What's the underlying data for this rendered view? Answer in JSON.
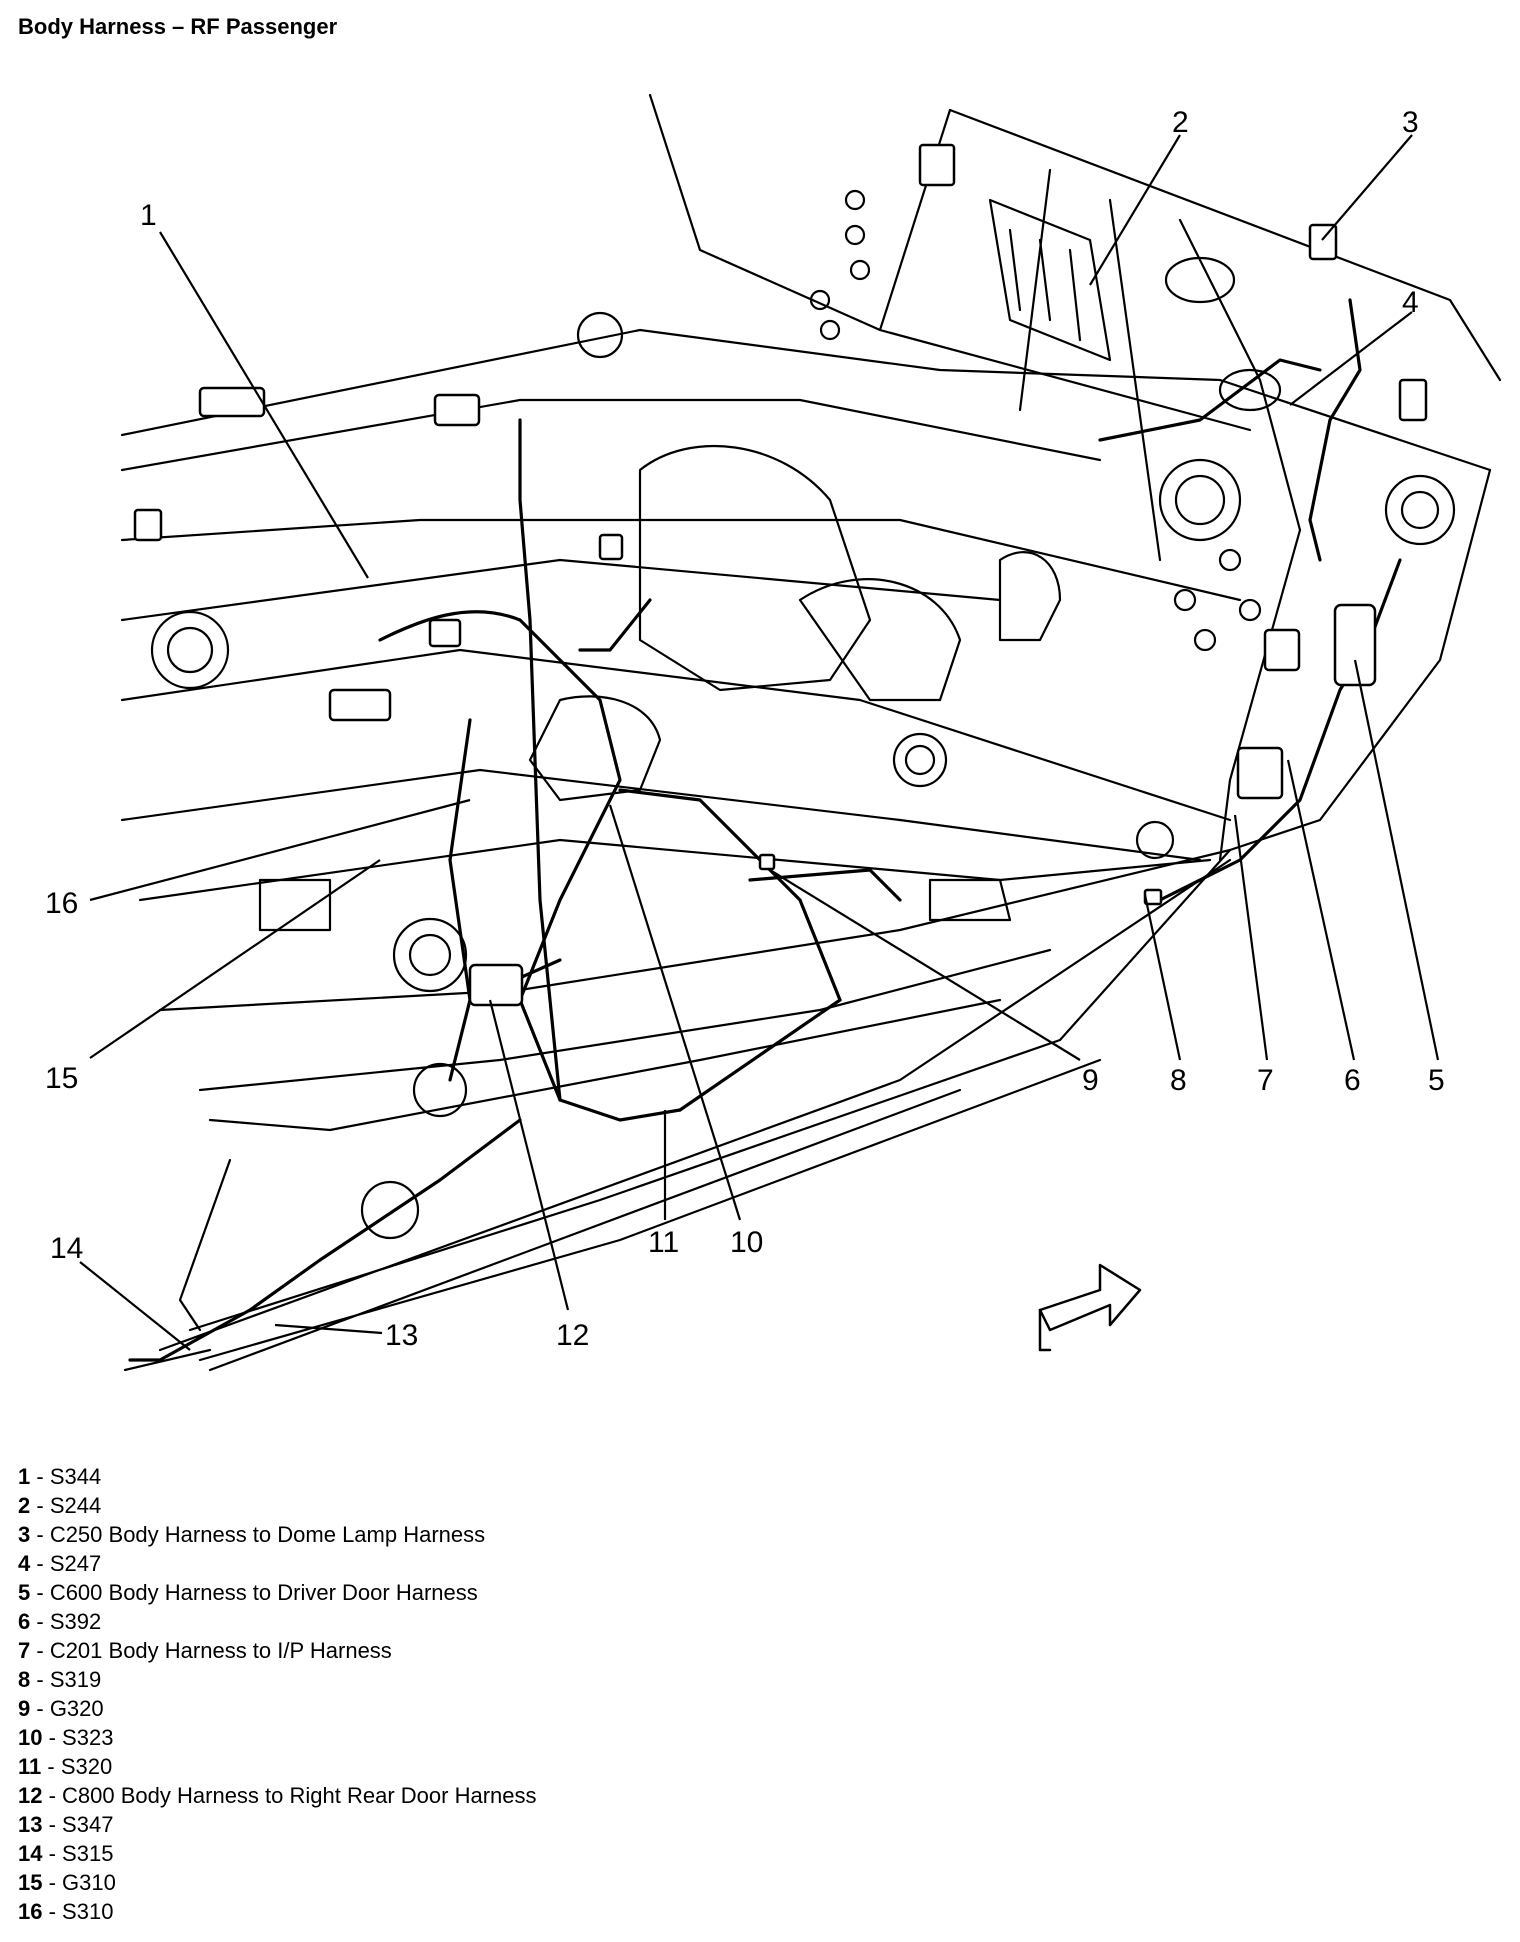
{
  "title": "Body Harness – RF Passenger",
  "callouts": [
    "1",
    "2",
    "3",
    "4",
    "5",
    "6",
    "7",
    "8",
    "9",
    "10",
    "11",
    "12",
    "13",
    "14",
    "15",
    "16"
  ],
  "legend": [
    {
      "num": "1",
      "desc": "S344"
    },
    {
      "num": "2",
      "desc": "S244"
    },
    {
      "num": "3",
      "desc": "C250 Body Harness to Dome Lamp Harness"
    },
    {
      "num": "4",
      "desc": "S247"
    },
    {
      "num": "5",
      "desc": "C600 Body Harness to Driver Door Harness"
    },
    {
      "num": "6",
      "desc": "S392"
    },
    {
      "num": "7",
      "desc": "C201 Body Harness to I/P Harness"
    },
    {
      "num": "8",
      "desc": "S319"
    },
    {
      "num": "9",
      "desc": "G320"
    },
    {
      "num": "10",
      "desc": "S323"
    },
    {
      "num": "11",
      "desc": "S320"
    },
    {
      "num": "12",
      "desc": "C800 Body Harness to Right Rear Door Harness"
    },
    {
      "num": "13",
      "desc": "S347"
    },
    {
      "num": "14",
      "desc": "S315"
    },
    {
      "num": "15",
      "desc": "G310"
    },
    {
      "num": "16",
      "desc": "S310"
    }
  ],
  "legend_separator": " - ",
  "icons": {
    "direction_arrow": "front-direction-arrow-icon"
  }
}
